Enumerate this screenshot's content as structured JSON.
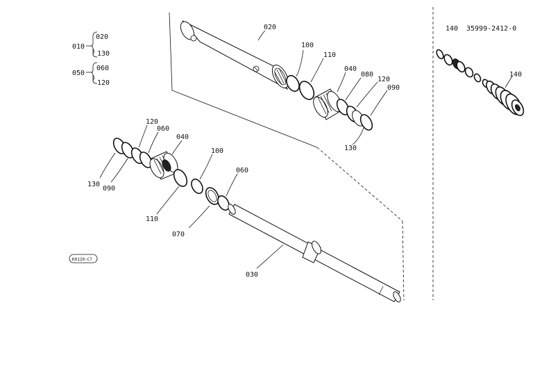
{
  "group_010": {
    "main": "010",
    "a": "020",
    "b": "130"
  },
  "group_050": {
    "main": "050",
    "a": "060",
    "b": "120"
  },
  "kit": {
    "item": "140",
    "part_number": "35999-2412-0",
    "callout": "140"
  },
  "upper": {
    "c020": "020",
    "c100": "100",
    "c110": "110",
    "c040": "040",
    "c080": "080",
    "c120": "120",
    "c090": "090",
    "c130": "130"
  },
  "lower": {
    "c120": "120",
    "c060a": "060",
    "c040": "040",
    "c130": "130",
    "c090": "090",
    "c100": "100",
    "c110": "110",
    "c070": "070",
    "c060b": "060",
    "c030": "030"
  },
  "ref_stamp": "K0120-C7"
}
